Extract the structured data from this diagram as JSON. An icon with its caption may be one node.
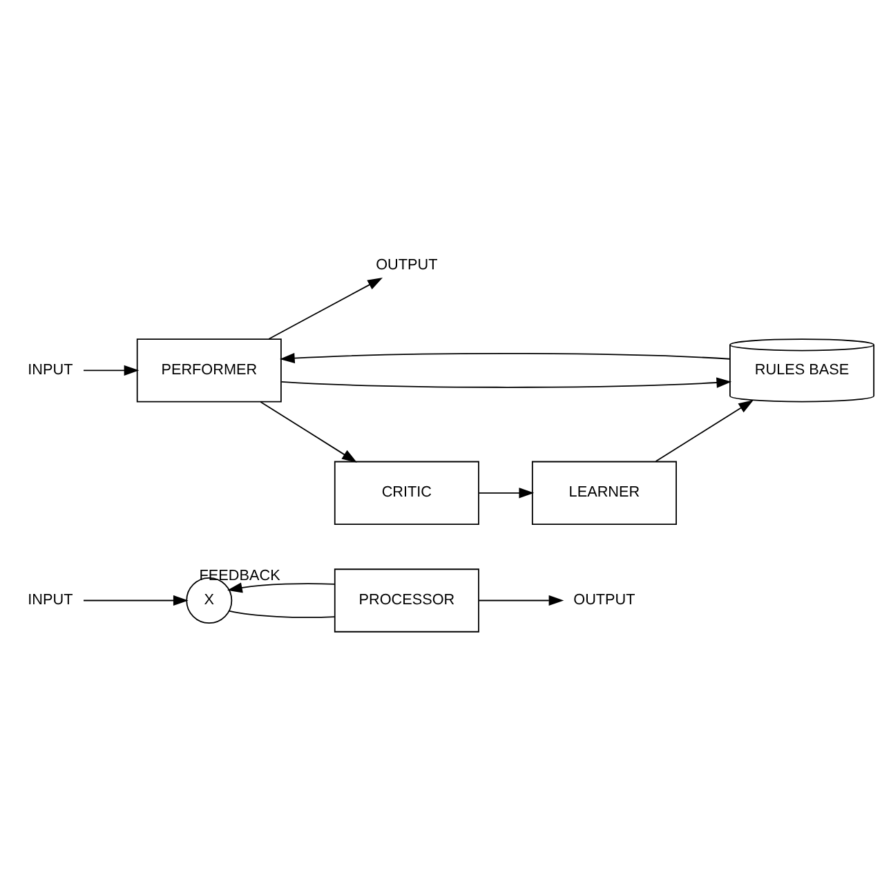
{
  "diagram": {
    "nodes": [
      {
        "text": [
          "INPUT"
        ]
      },
      {
        "text": [
          "X"
        ]
      },
      {
        "text": [
          "PROCESSOR"
        ]
      },
      {
        "text": [
          "OUTPUT"
        ]
      },
      {
        "text": [
          "INPUT"
        ]
      },
      {
        "text": [
          "PERFORMER"
        ]
      },
      {
        "text": [
          "OUTPUT"
        ]
      },
      {
        "text": [
          "RULES BASE"
        ]
      },
      {
        "text": [
          "CRITIC"
        ]
      },
      {
        "text": [
          "LEARNER"
        ]
      }
    ],
    "edges": [
      {
        "from": 0,
        "to": 1,
        "arrow": "to"
      },
      {
        "from": 1,
        "to": 2,
        "arrow": "none"
      },
      {
        "from": 2,
        "to": 3,
        "arrow": "to"
      },
      {
        "from": 2,
        "to": 1,
        "arrow": "to",
        "label": "FEEDBACK"
      },
      {
        "from": 4,
        "to": 5,
        "arrow": "to"
      },
      {
        "from": 5,
        "to": 6,
        "arrow": "to"
      },
      {
        "from": 5,
        "to": 7,
        "arrow": "to"
      },
      {
        "from": 7,
        "to": 5,
        "arrow": "to"
      },
      {
        "from": 5,
        "to": 8,
        "arrow": "to"
      },
      {
        "from": 8,
        "to": 9,
        "arrow": "to"
      },
      {
        "from": 9,
        "to": 7,
        "arrow": "to"
      }
    ]
  }
}
